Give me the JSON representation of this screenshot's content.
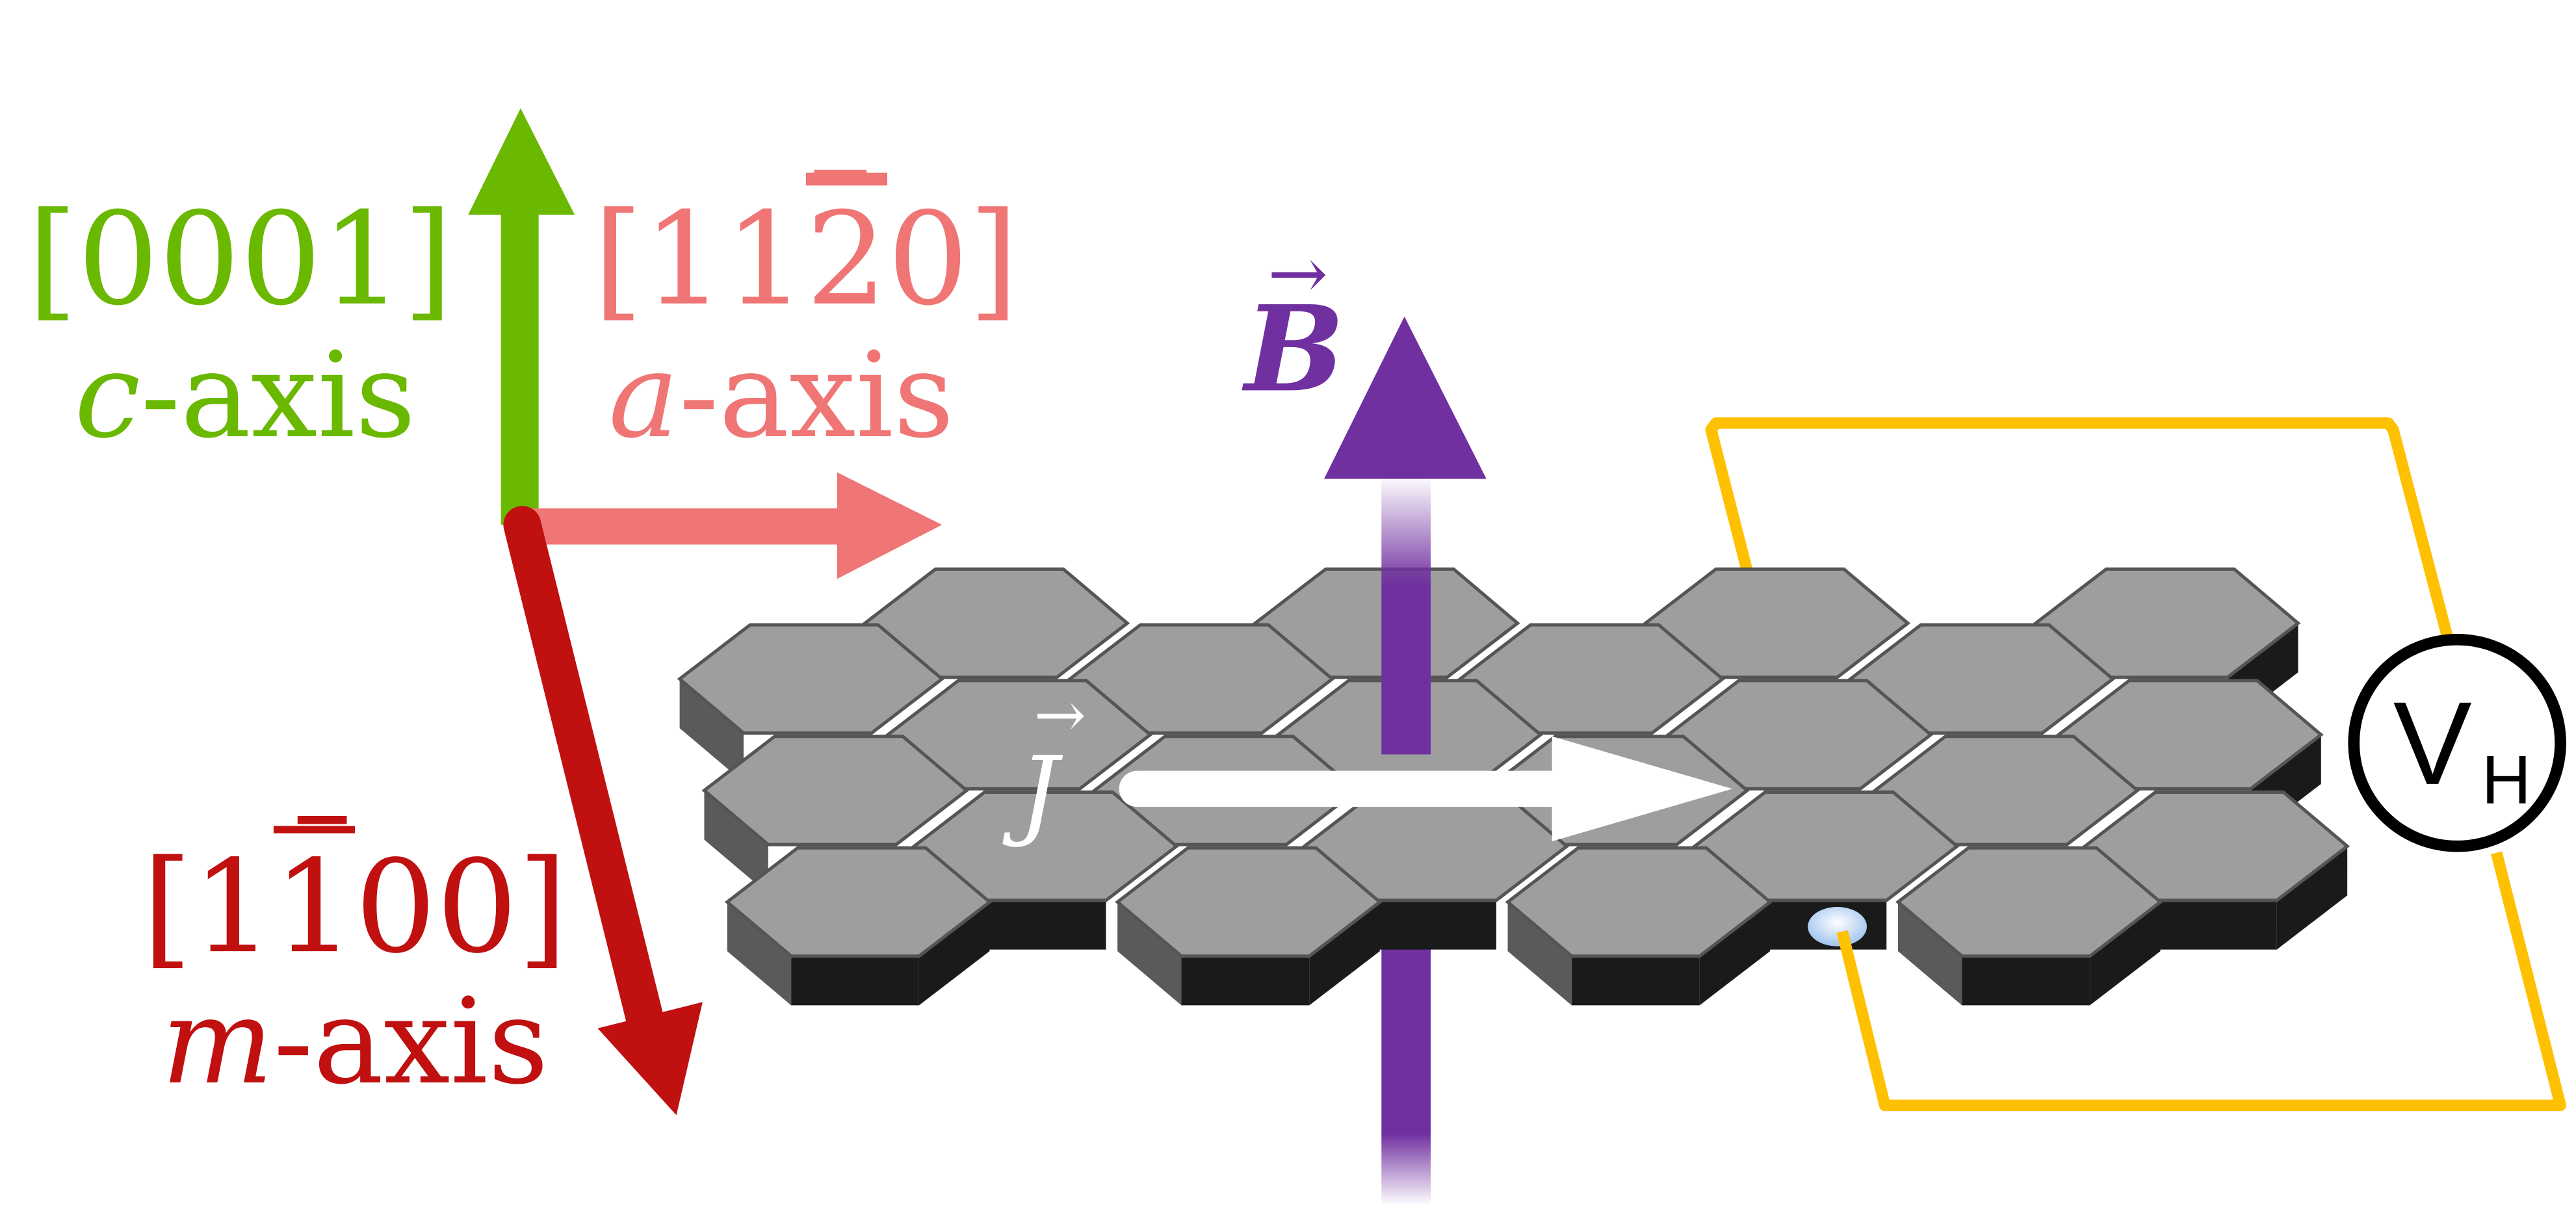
{
  "colors": {
    "c_axis": "#6ab800",
    "a_axis": "#f07575",
    "m_axis": "#c01010",
    "magnetic_field": "#7030a0",
    "wire": "#ffc000",
    "hex_top": "#9e9e9e",
    "hex_edge": "#555555",
    "hex_side_dark": "#1a1a1a",
    "hex_side_mid": "#5a5a5a",
    "current": "#ffffff"
  },
  "axes": {
    "c": {
      "index_open": "[",
      "index_digits": "0001",
      "index_close": "]",
      "name_letter": "c",
      "name_suffix": "-axis"
    },
    "a": {
      "index_open": "[",
      "index_digits_a": "11",
      "index_bar_digit": "2",
      "index_digits_b": "0",
      "index_close": "]",
      "name_letter": "a",
      "name_suffix": "-axis"
    },
    "m": {
      "index_open": "[",
      "index_digits_a": "1",
      "index_bar_digit": "1",
      "index_digits_b": "00",
      "index_close": "]",
      "name_letter": "m",
      "name_suffix": "-axis"
    }
  },
  "field": {
    "symbol": "B",
    "vector_arrow": "→"
  },
  "current": {
    "symbol": "J",
    "vector_arrow": "→"
  },
  "voltmeter": {
    "symbol": "V",
    "subscript": "H"
  }
}
